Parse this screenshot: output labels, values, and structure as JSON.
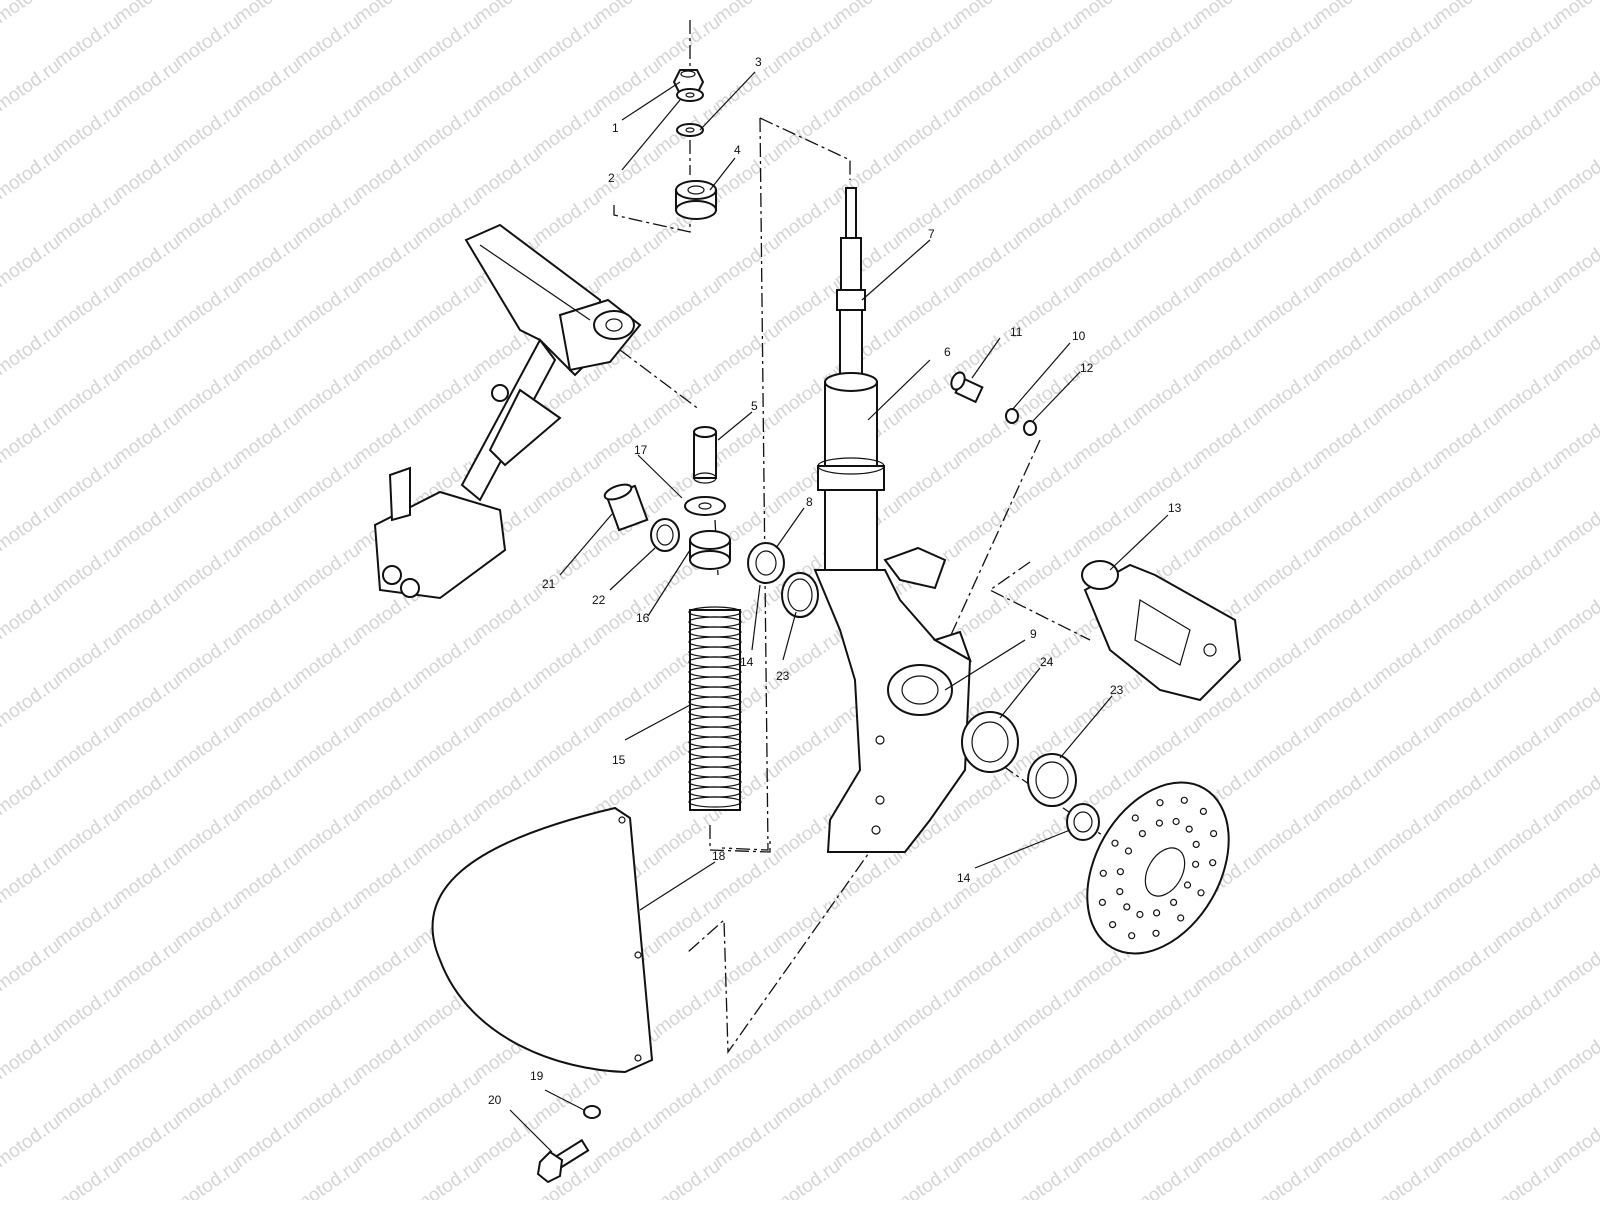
{
  "watermark": "motod.ru",
  "callouts": [
    "1",
    "2",
    "3",
    "4",
    "5",
    "6",
    "7",
    "8",
    "9",
    "10",
    "11",
    "12",
    "13",
    "14",
    "14",
    "15",
    "16",
    "17",
    "18",
    "19",
    "20",
    "21",
    "22",
    "23",
    "23",
    "24"
  ],
  "colors": {
    "line": "#111111",
    "watermark": "#d4d4d4",
    "background": "#ffffff"
  }
}
